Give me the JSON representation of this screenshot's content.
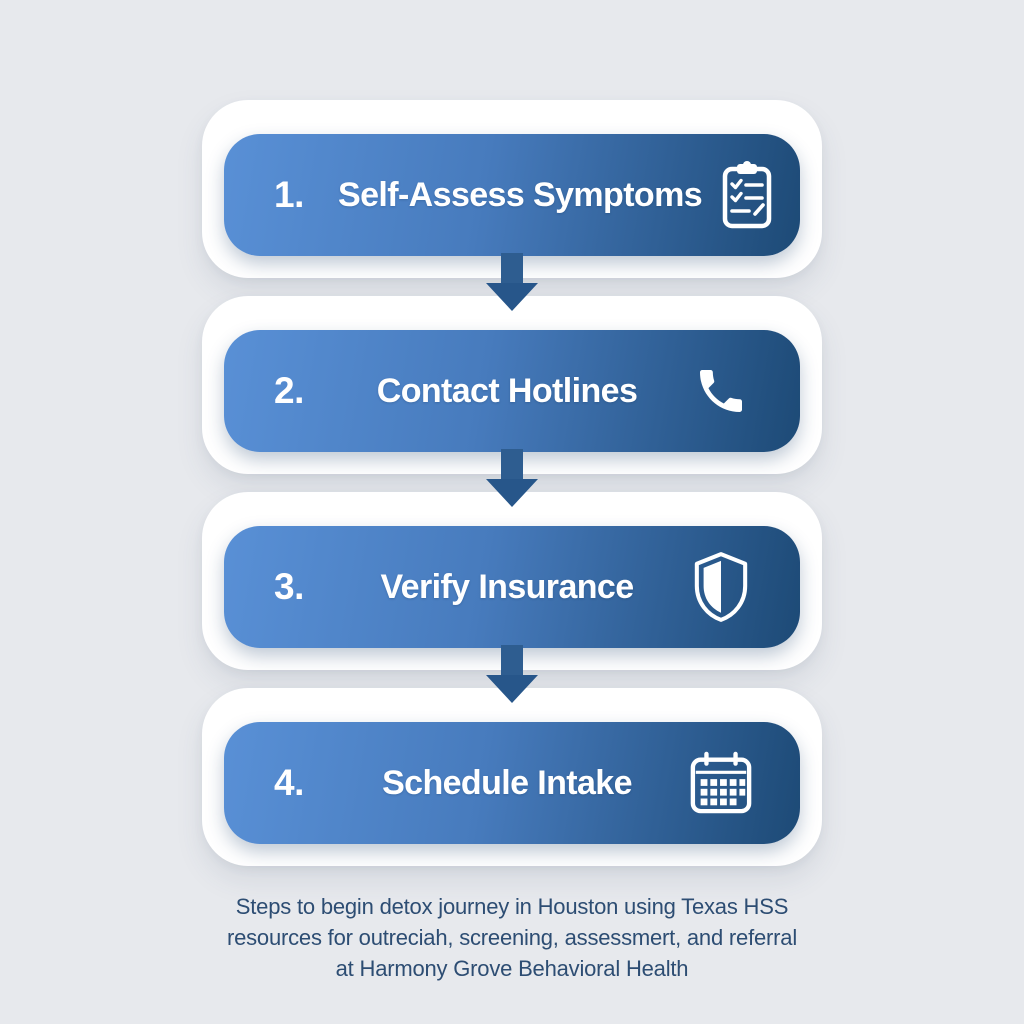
{
  "steps": [
    {
      "number": "1.",
      "label": "Self-Assess Symptoms",
      "icon": "clipboard-checklist-icon"
    },
    {
      "number": "2.",
      "label": "Contact Hotlines",
      "icon": "phone-icon"
    },
    {
      "number": "3.",
      "label": "Verify Insurance",
      "icon": "shield-icon"
    },
    {
      "number": "4.",
      "label": "Schedule Intake",
      "icon": "calendar-icon"
    }
  ],
  "caption": {
    "line1": "Steps to begin detox journey in Houston using Texas HSS",
    "line2": "resources for outreciah, screening, assessmert, and referral",
    "line3": "at Harmony Grove Behavioral Health"
  },
  "colors": {
    "background": "#e7e9ed",
    "card": "#ffffff",
    "pill_gradient_start": "#5990d6",
    "pill_gradient_end": "#1d4a76",
    "arrow": "#2e5d90",
    "step_text": "#ffffff",
    "caption_text": "#2d4d73"
  }
}
